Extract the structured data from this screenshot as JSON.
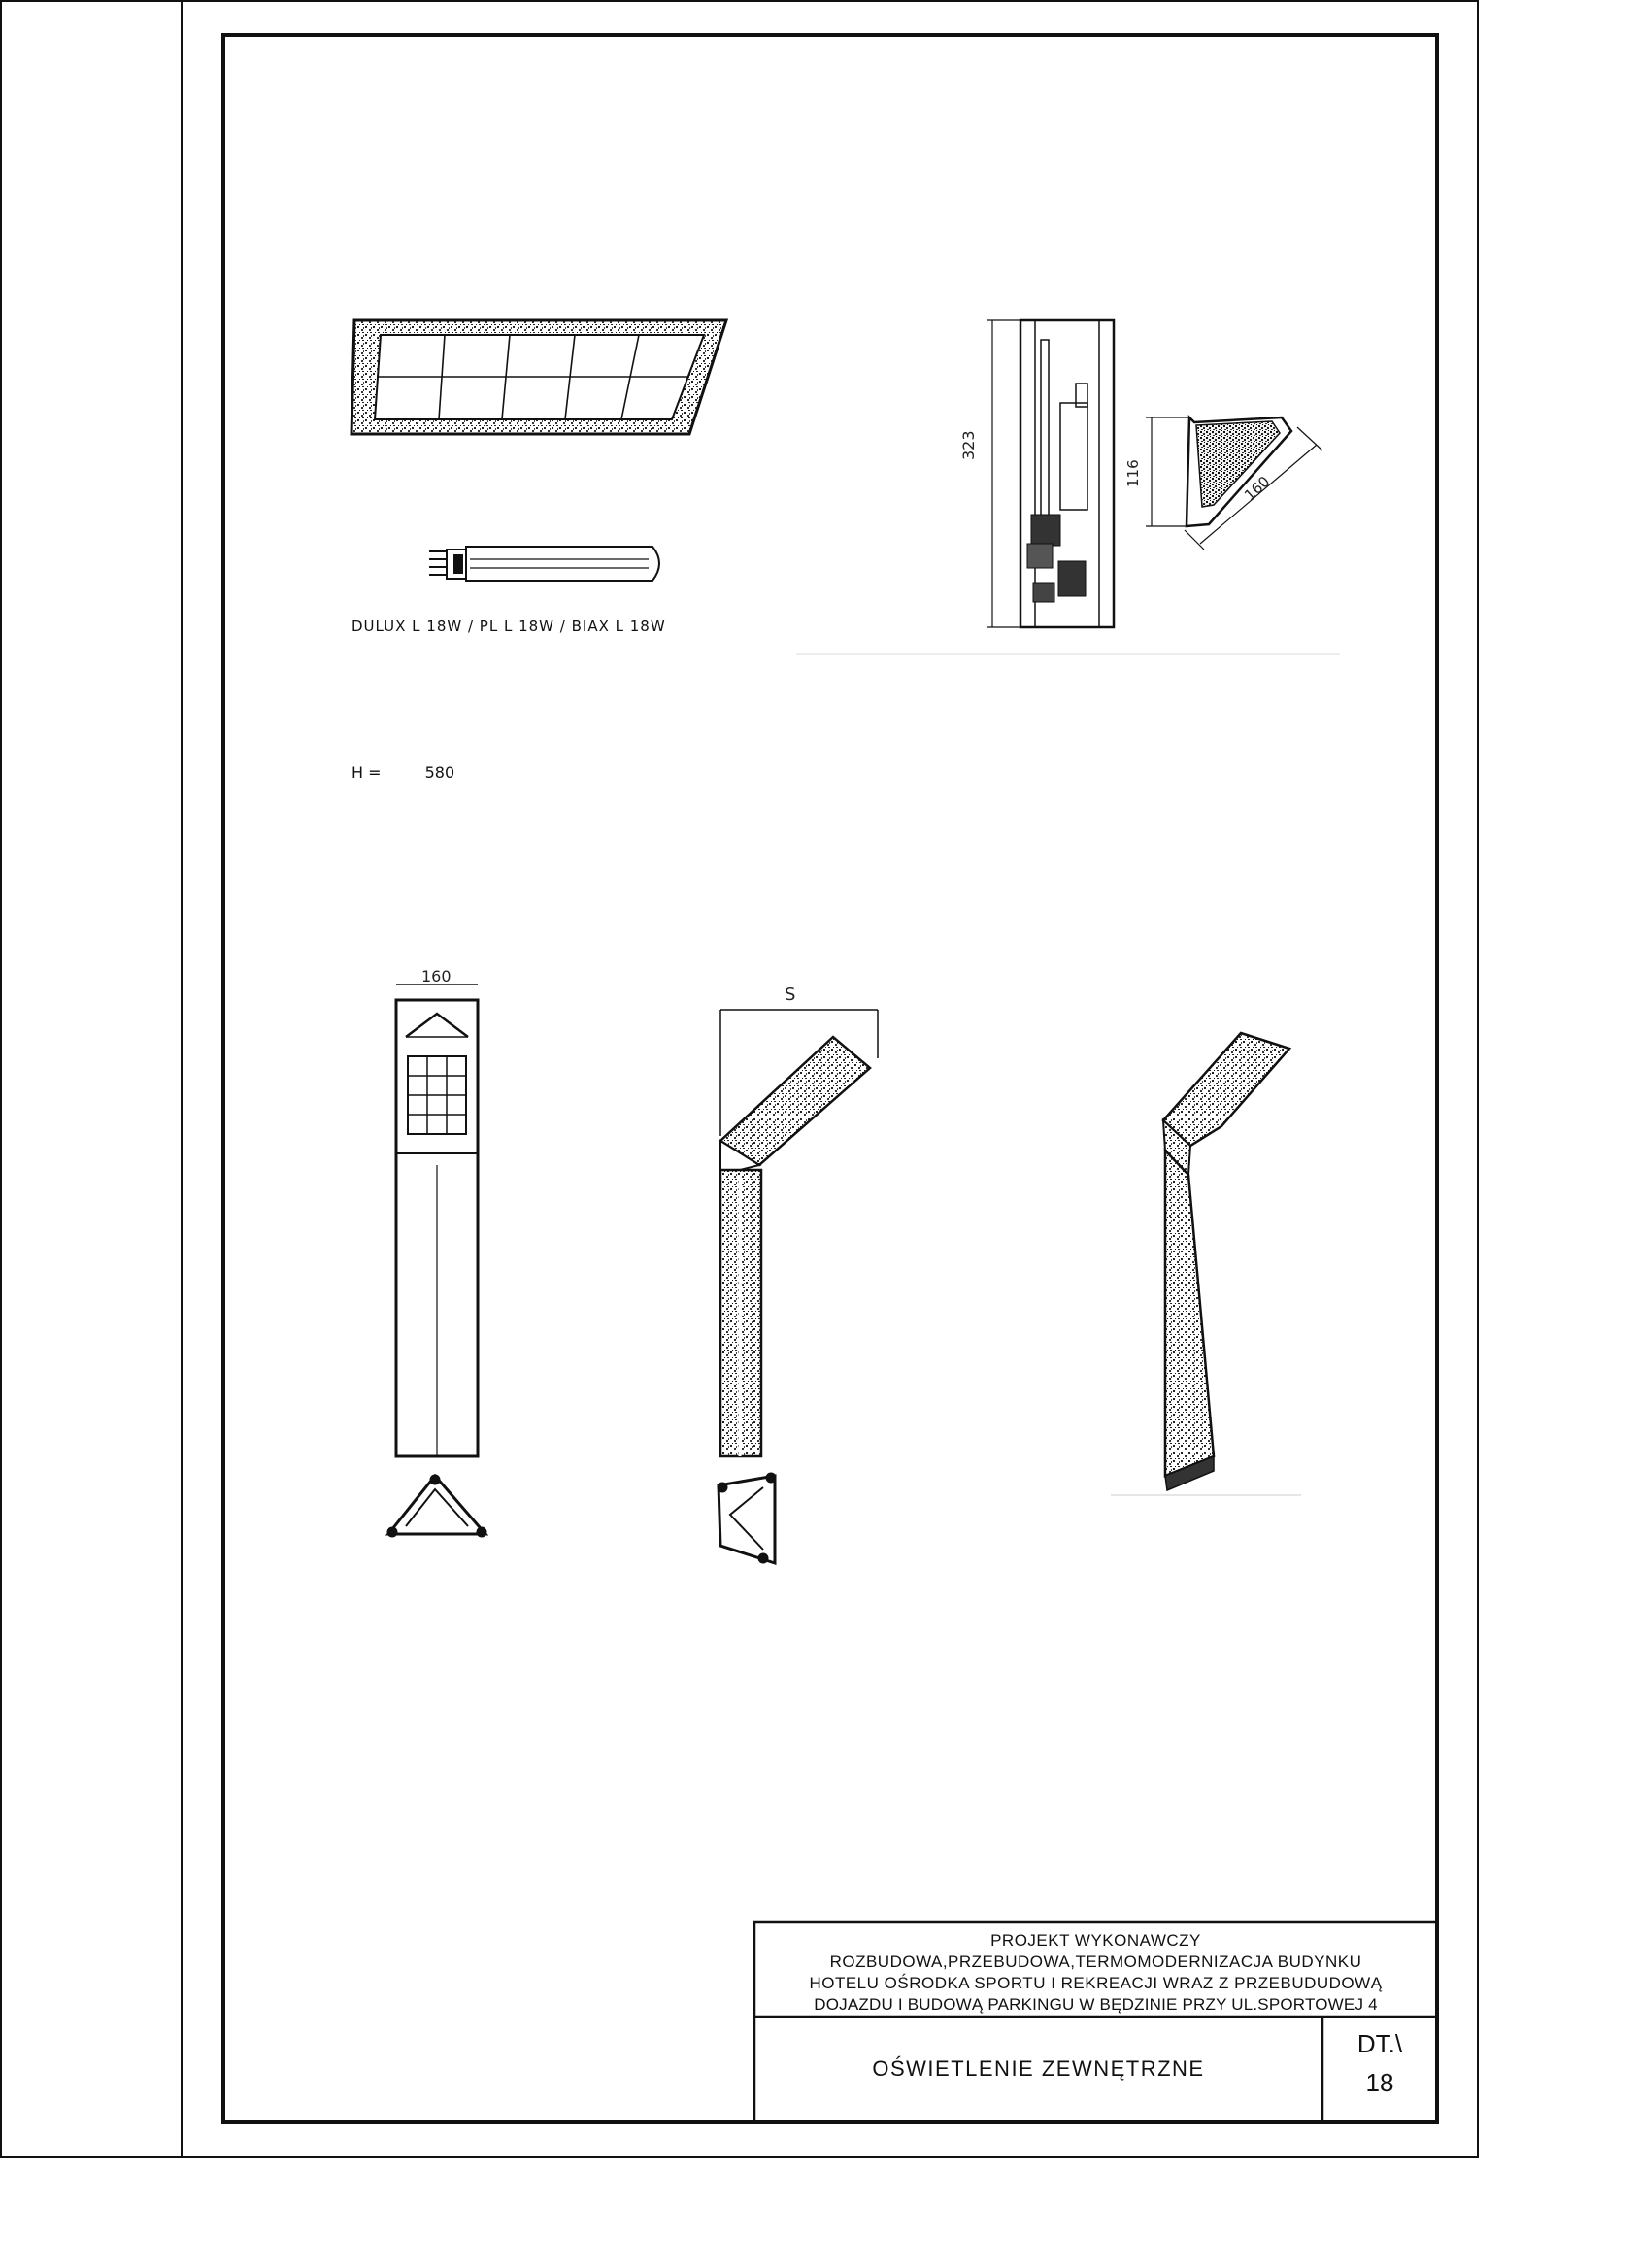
{
  "sheet": {
    "lamp_label": "DULUX  L 18W / PL L 18W / BIAX L 18W",
    "height_prefix": "H =",
    "height_value": "580",
    "dims": {
      "housing_height": "323",
      "section_height": "116",
      "section_width": "160",
      "bollard_width": "160",
      "offset_s": "S"
    }
  },
  "title_block": {
    "header": "PROJEKT WYKONAWCZY",
    "line1": "ROZBUDOWA,PRZEBUDOWA,TERMOMODERNIZACJA BUDYNKU",
    "line2": "HOTELU OŚRODKA SPORTU I REKREACJI WRAZ Z PRZEBUDUDOWĄ",
    "line3": "DOJAZDU I BUDOWĄ PARKINGU W BĘDZINIE PRZY UL.SPORTOWEJ 4",
    "drawing_title": "OŚWIETLENIE ZEWNĘTRZNE",
    "sheet_code": "DT.\\",
    "sheet_number": "18"
  }
}
